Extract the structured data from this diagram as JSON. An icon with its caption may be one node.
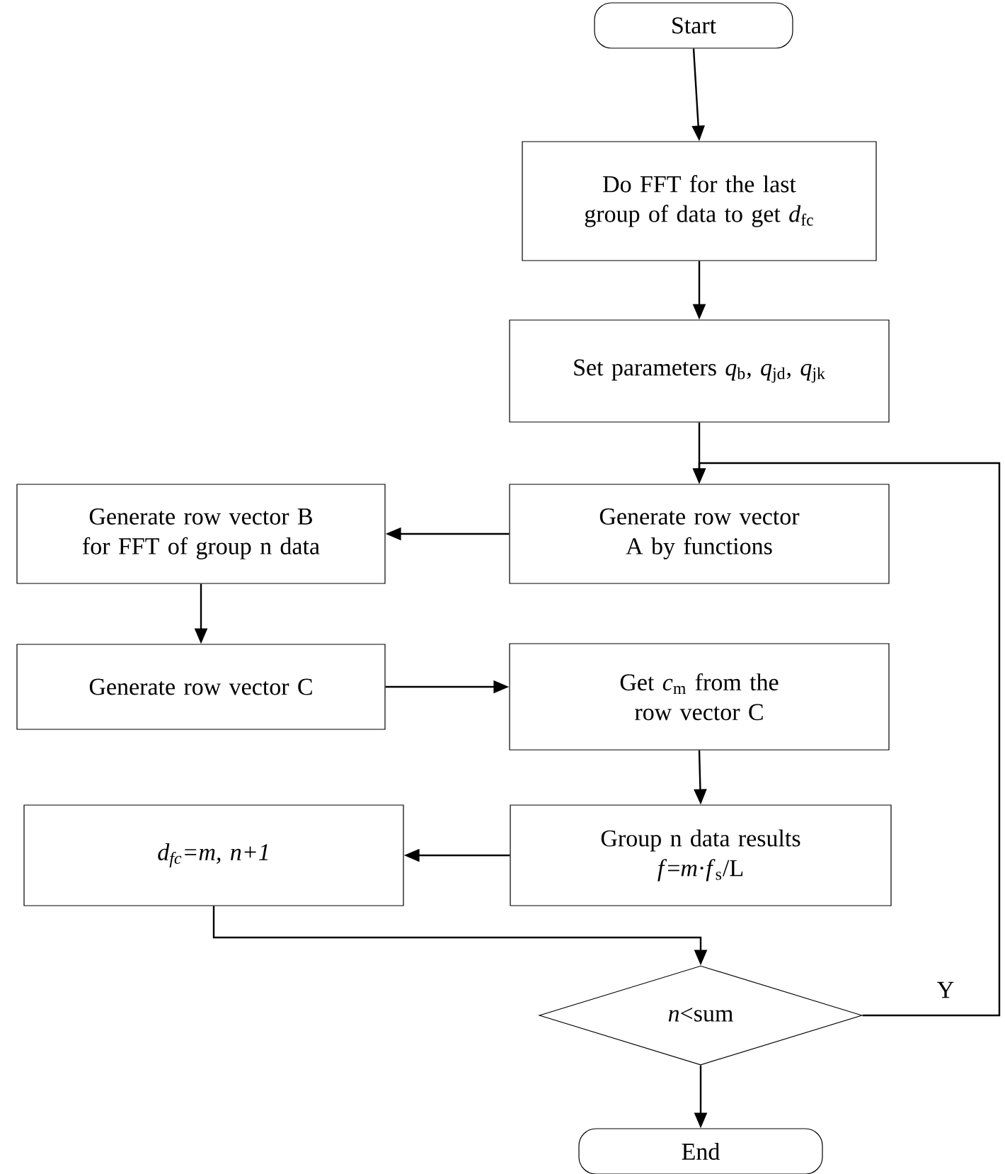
{
  "diagram": {
    "nodes": [
      {
        "text": [
          "Start"
        ]
      },
      {
        "text": [
          "Do FFT for the last group of data to get *d*$_{fc}$"
        ]
      },
      {
        "text": [
          "Set parameters *q*$_{b}$, *q*$_{jd}$, *q*$_{jk}$"
        ]
      },
      {
        "text": [
          "Generate row vector A by functions"
        ]
      },
      {
        "text": [
          "Generate row vector B for FFT of group n data"
        ]
      },
      {
        "text": [
          "Generate row vector C"
        ]
      },
      {
        "text": [
          "Get *c*$_{m}$ from the row vector C"
        ]
      },
      {
        "text": [
          "Group n data results",
          "*f*=*m*·*f*$_{s}$/L"
        ]
      },
      {
        "text": [
          "d$_{fc}$=m, n+1"
        ]
      },
      {
        "text": [
          "*n*<sum"
        ]
      },
      {
        "text": [
          "End"
        ]
      }
    ],
    "edges": [
      {
        "from": 0,
        "to": 1,
        "arrow": "to"
      },
      {
        "from": 1,
        "to": 2,
        "arrow": "to"
      },
      {
        "from": 2,
        "to": 3,
        "arrow": "to"
      },
      {
        "from": 3,
        "to": 4,
        "arrow": "to"
      },
      {
        "from": 4,
        "to": 5,
        "arrow": "to"
      },
      {
        "from": 5,
        "to": 6,
        "arrow": "to"
      },
      {
        "from": 6,
        "to": 7,
        "arrow": "to"
      },
      {
        "from": 7,
        "to": 8,
        "arrow": "to"
      },
      {
        "from": 8,
        "to": 9,
        "arrow": "to"
      },
      {
        "from": 9,
        "to": 10,
        "arrow": "to"
      },
      {
        "from": 9,
        "to": 3,
        "arrow": "to",
        "label": "Y"
      }
    ]
  }
}
